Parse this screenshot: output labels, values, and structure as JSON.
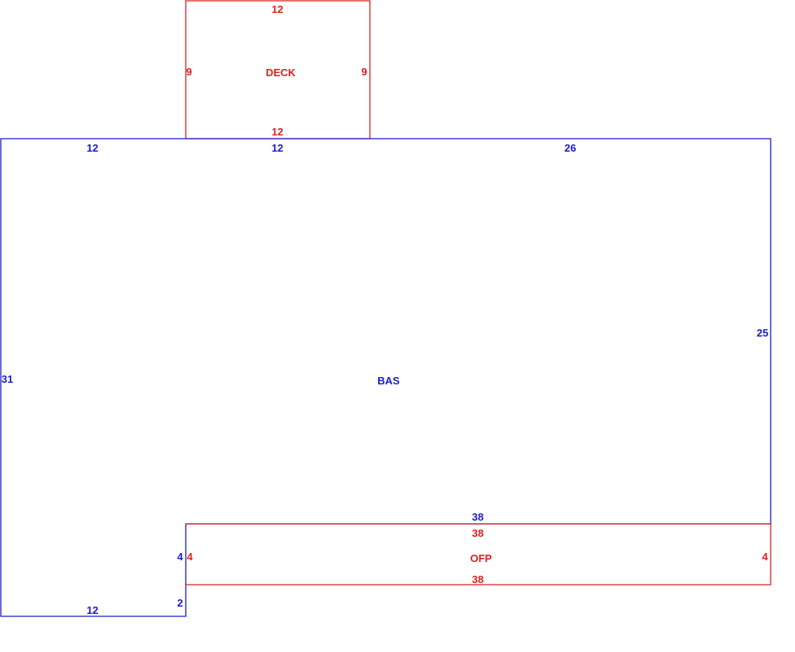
{
  "colors": {
    "bas": "#1a1acc",
    "deck": "#dd1f1f",
    "ofp": "#dd1f1f"
  },
  "areas": {
    "deck": {
      "name": "DECK",
      "top": "12",
      "left": "9",
      "right": "9",
      "bottom": "12"
    },
    "bas": {
      "name": "BAS",
      "top_left": "12",
      "top_mid": "12",
      "top_right": "26",
      "left": "31",
      "right": "25",
      "bottom_inner": "38",
      "notch_side": "4",
      "notch_bottom": "2",
      "bottom_left": "12"
    },
    "ofp": {
      "name": "OFP",
      "top": "38",
      "left": "4",
      "right": "4",
      "bottom": "38"
    }
  }
}
